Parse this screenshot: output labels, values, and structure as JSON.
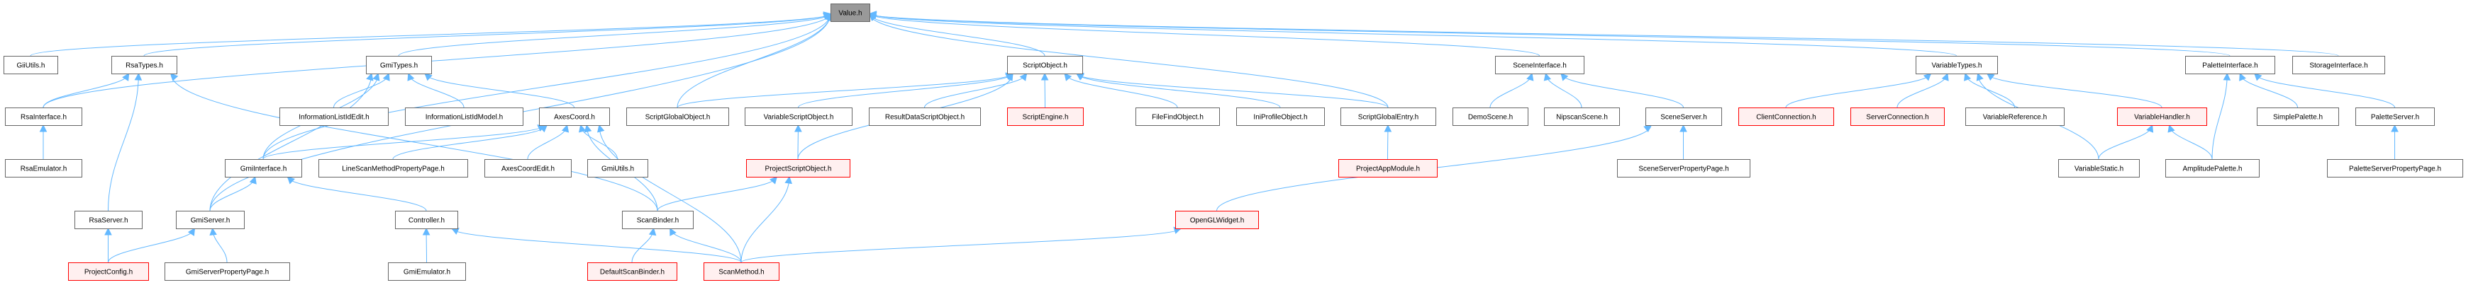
{
  "diagram": {
    "type": "include-dependency-graph",
    "root": "value",
    "colors": {
      "edge": "#63b8ff",
      "root_fill": "#999999",
      "root_stroke": "#666666",
      "normal_fill": "#ffffff",
      "normal_stroke": "#666666",
      "truncated_fill": "#fff0f0",
      "truncated_stroke": "#ff0000"
    },
    "nodes": [
      {
        "id": "value",
        "label": "Value.h",
        "style": "root"
      },
      {
        "id": "giiutils",
        "label": "GiiUtils.h",
        "style": "normal"
      },
      {
        "id": "rsatypes",
        "label": "RsaTypes.h",
        "style": "normal"
      },
      {
        "id": "gmitypes",
        "label": "GmiTypes.h",
        "style": "normal"
      },
      {
        "id": "scriptobject",
        "label": "ScriptObject.h",
        "style": "normal"
      },
      {
        "id": "sceneinterface",
        "label": "SceneInterface.h",
        "style": "normal"
      },
      {
        "id": "variabletypes",
        "label": "VariableTypes.h",
        "style": "normal"
      },
      {
        "id": "paletteinterface",
        "label": "PaletteInterface.h",
        "style": "normal"
      },
      {
        "id": "storageinterface",
        "label": "StorageInterface.h",
        "style": "normal"
      },
      {
        "id": "rsainterface",
        "label": "RsaInterface.h",
        "style": "normal"
      },
      {
        "id": "infolistidedit",
        "label": "InformationListIdEdit.h",
        "style": "normal"
      },
      {
        "id": "infolistidmodel",
        "label": "InformationListIdModel.h",
        "style": "normal"
      },
      {
        "id": "axescoord",
        "label": "AxesCoord.h",
        "style": "normal"
      },
      {
        "id": "scriptglobalobject",
        "label": "ScriptGlobalObject.h",
        "style": "normal"
      },
      {
        "id": "variablescriptobject",
        "label": "VariableScriptObject.h",
        "style": "normal"
      },
      {
        "id": "resultdatascriptobject",
        "label": "ResultDataScriptObject.h",
        "style": "normal"
      },
      {
        "id": "scriptengine",
        "label": "ScriptEngine.h",
        "style": "truncated"
      },
      {
        "id": "filefindobject",
        "label": "FileFindObject.h",
        "style": "normal"
      },
      {
        "id": "iniprofileobject",
        "label": "IniProfileObject.h",
        "style": "normal"
      },
      {
        "id": "scriptglobalentry",
        "label": "ScriptGlobalEntry.h",
        "style": "normal"
      },
      {
        "id": "demoscene",
        "label": "DemoScene.h",
        "style": "normal"
      },
      {
        "id": "nipscanscene",
        "label": "NipscanScene.h",
        "style": "normal"
      },
      {
        "id": "sceneserver",
        "label": "SceneServer.h",
        "style": "normal"
      },
      {
        "id": "clientconnection",
        "label": "ClientConnection.h",
        "style": "truncated"
      },
      {
        "id": "serverconnection",
        "label": "ServerConnection.h",
        "style": "truncated"
      },
      {
        "id": "variablereference",
        "label": "VariableReference.h",
        "style": "normal"
      },
      {
        "id": "variablehandler",
        "label": "VariableHandler.h",
        "style": "truncated"
      },
      {
        "id": "simplepalette",
        "label": "SimplePalette.h",
        "style": "normal"
      },
      {
        "id": "paletteserver",
        "label": "PaletteServer.h",
        "style": "normal"
      },
      {
        "id": "rsaemulator",
        "label": "RsaEmulator.h",
        "style": "normal"
      },
      {
        "id": "gmiinterface",
        "label": "GmiInterface.h",
        "style": "normal"
      },
      {
        "id": "linescanmethodpp",
        "label": "LineScanMethodPropertyPage.h",
        "style": "normal"
      },
      {
        "id": "axescoordedit",
        "label": "AxesCoordEdit.h",
        "style": "normal"
      },
      {
        "id": "gmiutils",
        "label": "GmiUtils.h",
        "style": "normal"
      },
      {
        "id": "projectscriptobject",
        "label": "ProjectScriptObject.h",
        "style": "truncated"
      },
      {
        "id": "projectappmodule",
        "label": "ProjectAppModule.h",
        "style": "truncated"
      },
      {
        "id": "sceneserverpp",
        "label": "SceneServerPropertyPage.h",
        "style": "normal"
      },
      {
        "id": "variablestatic",
        "label": "VariableStatic.h",
        "style": "normal"
      },
      {
        "id": "amplitudepalette",
        "label": "AmplitudePalette.h",
        "style": "normal"
      },
      {
        "id": "paletteserverpp",
        "label": "PaletteServerPropertyPage.h",
        "style": "normal"
      },
      {
        "id": "rsaserver",
        "label": "RsaServer.h",
        "style": "normal"
      },
      {
        "id": "gmiserver",
        "label": "GmiServer.h",
        "style": "normal"
      },
      {
        "id": "controller",
        "label": "Controller.h",
        "style": "normal"
      },
      {
        "id": "scanbinder",
        "label": "ScanBinder.h",
        "style": "normal"
      },
      {
        "id": "openglwidget",
        "label": "OpenGLWidget.h",
        "style": "truncated"
      },
      {
        "id": "projectconfig",
        "label": "ProjectConfig.h",
        "style": "truncated"
      },
      {
        "id": "gmiserverpp",
        "label": "GmiServerPropertyPage.h",
        "style": "normal"
      },
      {
        "id": "gmiemulator",
        "label": "GmiEmulator.h",
        "style": "normal"
      },
      {
        "id": "defaultscanbinder",
        "label": "DefaultScanBinder.h",
        "style": "truncated"
      },
      {
        "id": "scanmethod",
        "label": "ScanMethod.h",
        "style": "truncated"
      }
    ],
    "edges": [
      {
        "from": "giiutils",
        "to": "value"
      },
      {
        "from": "rsatypes",
        "to": "value"
      },
      {
        "from": "rsainterface",
        "to": "value"
      },
      {
        "from": "gmitypes",
        "to": "value"
      },
      {
        "from": "gmiinterface",
        "to": "value"
      },
      {
        "from": "gmiserver",
        "to": "value"
      },
      {
        "from": "scriptglobalobject",
        "to": "value"
      },
      {
        "from": "scriptobject",
        "to": "value"
      },
      {
        "from": "scriptglobalentry",
        "to": "value"
      },
      {
        "from": "sceneinterface",
        "to": "value"
      },
      {
        "from": "variabletypes",
        "to": "value"
      },
      {
        "from": "paletteinterface",
        "to": "value"
      },
      {
        "from": "storageinterface",
        "to": "value"
      },
      {
        "from": "rsainterface",
        "to": "rsatypes"
      },
      {
        "from": "rsaserver",
        "to": "rsatypes"
      },
      {
        "from": "scanbinder",
        "to": "rsatypes"
      },
      {
        "from": "rsaemulator",
        "to": "rsainterface"
      },
      {
        "from": "projectconfig",
        "to": "rsaserver"
      },
      {
        "from": "gmiinterface",
        "to": "gmitypes"
      },
      {
        "from": "gmiserver",
        "to": "gmitypes"
      },
      {
        "from": "infolistidedit",
        "to": "gmitypes"
      },
      {
        "from": "infolistidmodel",
        "to": "gmitypes"
      },
      {
        "from": "axescoord",
        "to": "gmitypes"
      },
      {
        "from": "gmiinterface",
        "to": "axescoord"
      },
      {
        "from": "linescanmethodpp",
        "to": "axescoord"
      },
      {
        "from": "axescoordedit",
        "to": "axescoord"
      },
      {
        "from": "gmiutils",
        "to": "axescoord"
      },
      {
        "from": "scanbinder",
        "to": "axescoord"
      },
      {
        "from": "scanmethod",
        "to": "axescoord"
      },
      {
        "from": "gmiserver",
        "to": "gmiinterface"
      },
      {
        "from": "controller",
        "to": "gmiinterface"
      },
      {
        "from": "projectconfig",
        "to": "gmiserver"
      },
      {
        "from": "gmiserverpp",
        "to": "gmiserver"
      },
      {
        "from": "gmiemulator",
        "to": "controller"
      },
      {
        "from": "scanmethod",
        "to": "controller"
      },
      {
        "from": "defaultscanbinder",
        "to": "scanbinder"
      },
      {
        "from": "scanmethod",
        "to": "scanbinder"
      },
      {
        "from": "scriptglobalobject",
        "to": "scriptobject"
      },
      {
        "from": "variablescriptobject",
        "to": "scriptobject"
      },
      {
        "from": "resultdatascriptobject",
        "to": "scriptobject"
      },
      {
        "from": "scriptengine",
        "to": "scriptobject"
      },
      {
        "from": "projectscriptobject",
        "to": "scriptobject"
      },
      {
        "from": "filefindobject",
        "to": "scriptobject"
      },
      {
        "from": "iniprofileobject",
        "to": "scriptobject"
      },
      {
        "from": "scriptglobalentry",
        "to": "scriptobject"
      },
      {
        "from": "projectscriptobject",
        "to": "variablescriptobject"
      },
      {
        "from": "scanbinder",
        "to": "projectscriptobject"
      },
      {
        "from": "scanmethod",
        "to": "projectscriptobject"
      },
      {
        "from": "projectappmodule",
        "to": "scriptglobalentry"
      },
      {
        "from": "demoscene",
        "to": "sceneinterface"
      },
      {
        "from": "nipscanscene",
        "to": "sceneinterface"
      },
      {
        "from": "sceneserver",
        "to": "sceneinterface"
      },
      {
        "from": "openglwidget",
        "to": "sceneserver"
      },
      {
        "from": "sceneserverpp",
        "to": "sceneserver"
      },
      {
        "from": "scanmethod",
        "to": "openglwidget"
      },
      {
        "from": "clientconnection",
        "to": "variabletypes"
      },
      {
        "from": "serverconnection",
        "to": "variabletypes"
      },
      {
        "from": "variablereference",
        "to": "variabletypes"
      },
      {
        "from": "variablehandler",
        "to": "variabletypes"
      },
      {
        "from": "variablestatic",
        "to": "variabletypes"
      },
      {
        "from": "variablestatic",
        "to": "variablehandler"
      },
      {
        "from": "amplitudepalette",
        "to": "variablehandler"
      },
      {
        "from": "amplitudepalette",
        "to": "paletteinterface"
      },
      {
        "from": "simplepalette",
        "to": "paletteinterface"
      },
      {
        "from": "paletteserver",
        "to": "paletteinterface"
      },
      {
        "from": "paletteserverpp",
        "to": "paletteserver"
      }
    ]
  }
}
